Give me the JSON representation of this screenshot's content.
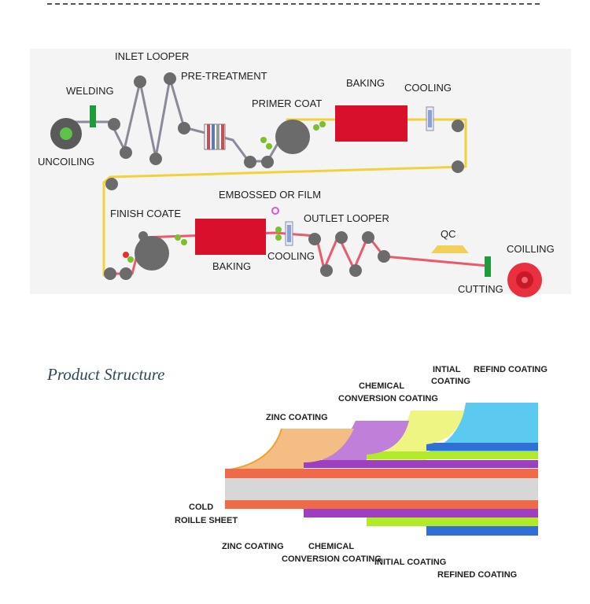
{
  "process_line": {
    "labels": {
      "inlet_looper": "INLET LOOPER",
      "pre_treatment": "PRE-TREATMENT",
      "welding": "WELDING",
      "baking_top": "BAKING",
      "cooling_top": "COOLING",
      "primer_coat": "PRIMER COAT",
      "uncoiling": "UNCOILING",
      "embossed_or_film": "EMBOSSED OR FILM",
      "finish_coate": "FINISH COATE",
      "outlet_looper": "OUTLET LOOPER",
      "qc": "QC",
      "coilling": "COILLING",
      "baking_bottom": "BAKING",
      "cooling_bottom": "COOLING",
      "cutting": "CUTTING"
    },
    "colors": {
      "strip_yellow": "#f2d23a",
      "strip_red": "#e85a6e",
      "strip_grey": "#8a8a9a",
      "oven": "#d8102c",
      "roller": "#6b6b6b",
      "weld_green": "#1f9a3c",
      "coil_red": "#e8303e"
    }
  },
  "product_structure": {
    "title": "Product Structure",
    "top_labels": {
      "zinc_coating": "ZINC COATING",
      "chemical_line1": "CHEMICAL",
      "chemical_line2": "CONVERSION COATING",
      "initial_line1": "INTIAL",
      "initial_line2": "COATING",
      "refind_coating": "REFIND COATING"
    },
    "bottom_labels": {
      "cold_line1": "COLD",
      "cold_line2": "ROILLE SHEET",
      "zinc_coating": "ZINC COATING",
      "chemical_line1": "CHEMICAL",
      "chemical_line2": "CONVERSION COATING",
      "initial_coating": "INITIAL COATING",
      "refined_coating": "REFINED COATING"
    },
    "layer_colors": {
      "steel": "#d7d7d7",
      "zinc": "#f4bd83",
      "zinc_band": "#ef6a49",
      "chemical": "#c07fd9",
      "chemical_band": "#9e3fbf",
      "initial": "#eef583",
      "initial_band": "#b2ea2a",
      "refined": "#5cc9f0",
      "refined_band": "#2f6fd6"
    }
  }
}
